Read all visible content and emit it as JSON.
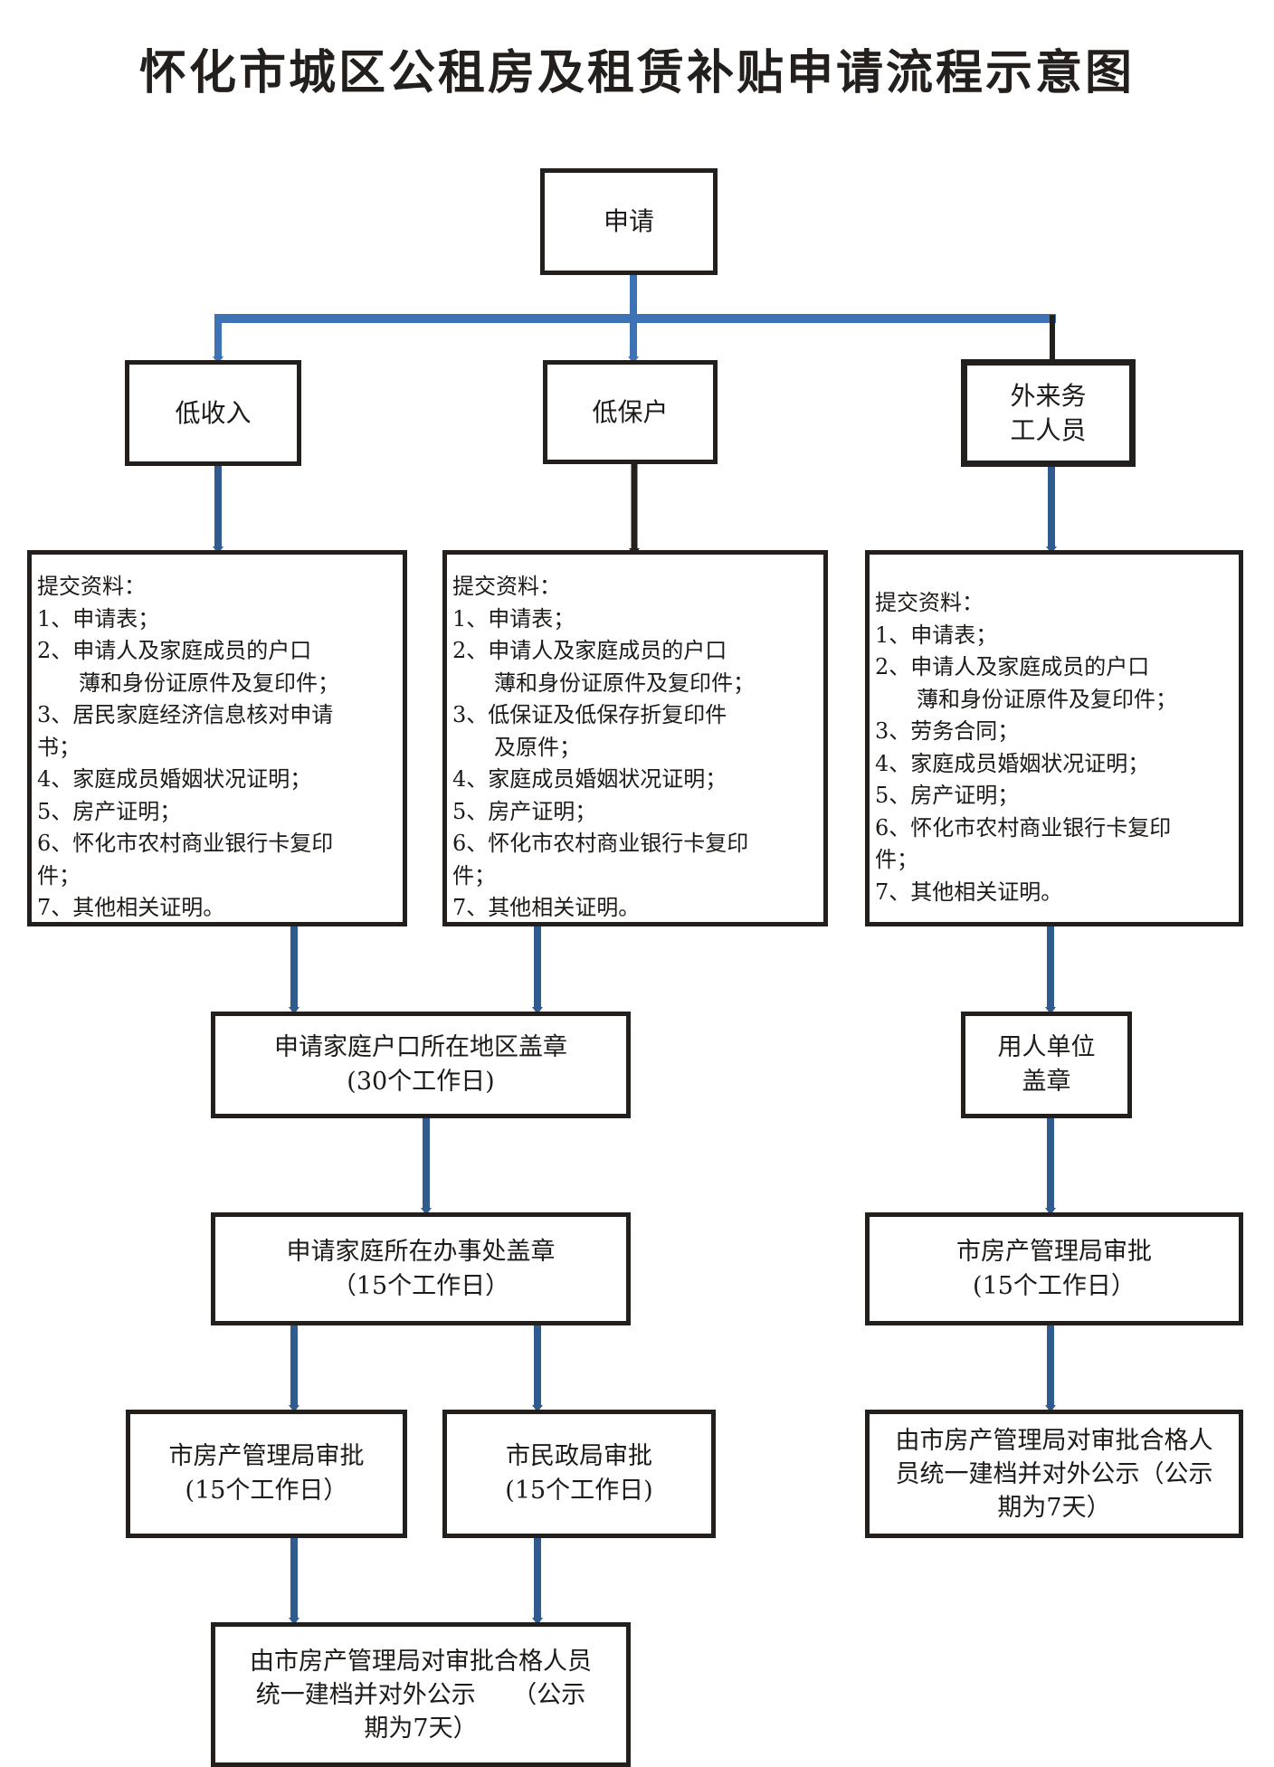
{
  "title": "怀化市城区公租房及租赁补贴申请流程示意图",
  "colors": {
    "connector_blue": "#3d72b4",
    "arrow_blue": "#2f5b8e",
    "border_black": "#231f1c"
  },
  "nodes": {
    "apply": "申请",
    "low_income": "低收入",
    "low_security": "低保户",
    "migrant_worker": "外来务\n工人员",
    "household_stamp": "申请家庭户口所在地区盖章\n(30个工作日)",
    "office_stamp": "申请家庭所在办事处盖章\n（15个工作日）",
    "housing_approval_left": "市房产管理局审批\n(15个工作日）",
    "civil_affairs_approval": "市民政局审批\n(15个工作日)",
    "final_left": "由市房产管理局对审批合格人员\n统一建档并对外公示　　（公示\n期为7天）",
    "employer_stamp": "用人单位\n盖章",
    "housing_approval_right": "市房产管理局审批\n(15个工作日）",
    "final_right": "由市房产管理局对审批合格人\n员统一建档并对外公示（公示\n期为7天）"
  },
  "materials": {
    "low_income": {
      "heading": "提交资料：",
      "lines": [
        {
          "text": "1、申请表；",
          "indent": false
        },
        {
          "text": "2、申请人及家庭成员的户口",
          "indent": false
        },
        {
          "text": "薄和身份证原件及复印件；",
          "indent": true
        },
        {
          "text": "3、居民家庭经济信息核对申请",
          "indent": false
        },
        {
          "text": "书；",
          "indent": false
        },
        {
          "text": "4、家庭成员婚姻状况证明；",
          "indent": false
        },
        {
          "text": "5、房产证明；",
          "indent": false
        },
        {
          "text": "6、怀化市农村商业银行卡复印",
          "indent": false
        },
        {
          "text": "件；",
          "indent": false
        },
        {
          "text": "7、其他相关证明。",
          "indent": false
        }
      ]
    },
    "low_security": {
      "heading": "提交资料：",
      "lines": [
        {
          "text": "1、申请表；",
          "indent": false
        },
        {
          "text": "2、申请人及家庭成员的户口",
          "indent": false
        },
        {
          "text": "薄和身份证原件及复印件；",
          "indent": true
        },
        {
          "text": "3、低保证及低保存折复印件",
          "indent": false
        },
        {
          "text": "及原件；",
          "indent": true
        },
        {
          "text": "4、家庭成员婚姻状况证明；",
          "indent": false
        },
        {
          "text": "5、房产证明；",
          "indent": false
        },
        {
          "text": "6、怀化市农村商业银行卡复印",
          "indent": false
        },
        {
          "text": "件；",
          "indent": false
        },
        {
          "text": "7、其他相关证明。",
          "indent": false
        }
      ]
    },
    "migrant_worker": {
      "heading": "提交资料：",
      "lines": [
        {
          "text": "1、申请表；",
          "indent": false
        },
        {
          "text": "2、申请人及家庭成员的户口",
          "indent": false
        },
        {
          "text": "薄和身份证原件及复印件；",
          "indent": true
        },
        {
          "text": "3、劳务合同；",
          "indent": false
        },
        {
          "text": "4、家庭成员婚姻状况证明；",
          "indent": false
        },
        {
          "text": "5、房产证明；",
          "indent": false
        },
        {
          "text": "6、怀化市农村商业银行卡复印",
          "indent": false
        },
        {
          "text": "件；",
          "indent": false
        },
        {
          "text": "7、其他相关证明。",
          "indent": false
        }
      ]
    }
  }
}
